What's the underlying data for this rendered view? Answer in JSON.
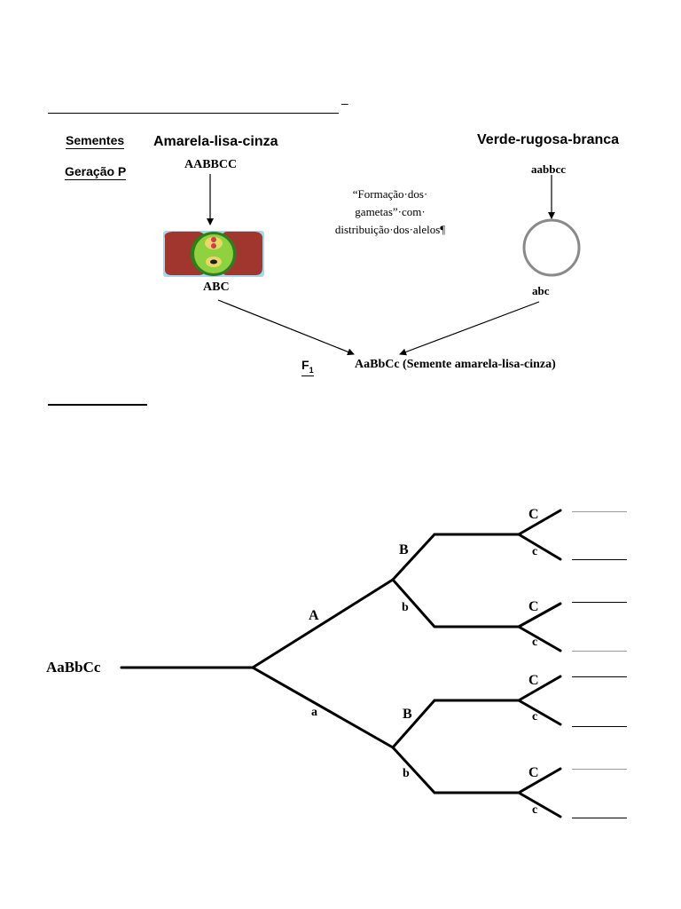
{
  "header": {
    "dash": "–"
  },
  "labels": {
    "sementes": "Sementes",
    "geracao_p": "Geração P",
    "f1_letter": "F",
    "f1_subscript": "1"
  },
  "parent1": {
    "phenotype": "Amarela-lisa-cinza",
    "genotype": "AABBCC",
    "gamete": "ABC"
  },
  "parent2": {
    "phenotype": "Verde-rugosa-branca",
    "genotype": "aabbcc",
    "gamete": "abc"
  },
  "caption": {
    "line1": "“Formação·dos·",
    "line2": "gametas”·com·",
    "line3": "distribuição·dos·alelos¶"
  },
  "f1": {
    "result": "AaBbCc (Semente amarela-lisa-cinza)"
  },
  "tree": {
    "root": "AaBbCc",
    "level1": [
      "A",
      "a"
    ],
    "level2": [
      "B",
      "b",
      "B",
      "b"
    ],
    "level3": [
      "C",
      "c",
      "C",
      "c",
      "C",
      "c",
      "C",
      "c"
    ]
  },
  "colors": {
    "cell_green": "#8fd13f",
    "cell_brown": "#a0362e",
    "cell_background": "#a8d8ec",
    "nucleus_red": "#d33a4c",
    "nucleus_yellow": "#e8d86a"
  },
  "icons": {
    "parent1_image": "plant-cell-icon",
    "parent2_image": "empty-circle-icon"
  }
}
